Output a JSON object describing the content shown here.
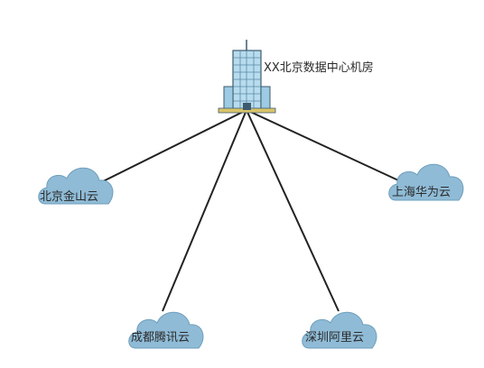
{
  "datacenter": {
    "label": "XX北京数据中心机房",
    "icon": "office-building-icon"
  },
  "clouds": [
    {
      "id": "jinshan",
      "label": "北京金山云",
      "icon": "cloud-icon"
    },
    {
      "id": "huawei",
      "label": "上海华为云",
      "icon": "cloud-icon"
    },
    {
      "id": "tencent",
      "label": "成都腾讯云",
      "icon": "cloud-icon"
    },
    {
      "id": "aliyun",
      "label": "深圳阿里云",
      "icon": "cloud-icon"
    }
  ],
  "colors": {
    "cloud_fill": "#8fbbd6",
    "cloud_stroke": "#6f9fbd",
    "link_line": "#222222",
    "building_glass": "#a9d3ea",
    "building_frame": "#3e5a6e"
  }
}
